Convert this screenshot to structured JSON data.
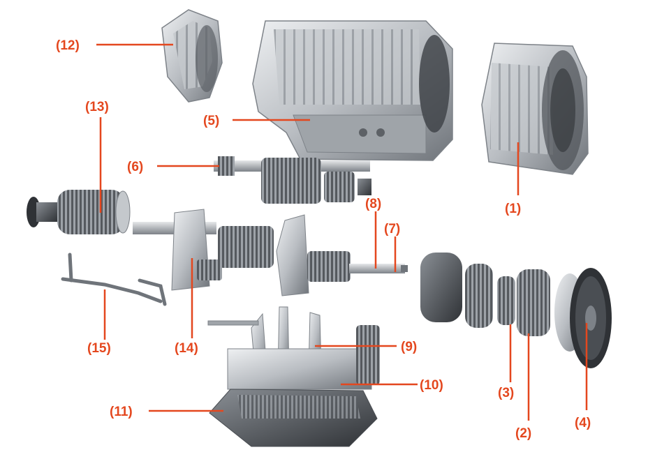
{
  "accent_color": "#e4471e",
  "metal_light": "#d9dcdf",
  "metal_mid": "#a7abb0",
  "metal_dark": "#4a4e53",
  "labels": [
    {
      "id": "12",
      "text": "(12)"
    },
    {
      "id": "5",
      "text": "(5)"
    },
    {
      "id": "1",
      "text": "(1)"
    },
    {
      "id": "13",
      "text": "(13)"
    },
    {
      "id": "6",
      "text": "(6)"
    },
    {
      "id": "8",
      "text": "(8)"
    },
    {
      "id": "7",
      "text": "(7)"
    },
    {
      "id": "15",
      "text": "(15)"
    },
    {
      "id": "14",
      "text": "(14)"
    },
    {
      "id": "9",
      "text": "(9)"
    },
    {
      "id": "10",
      "text": "(10)"
    },
    {
      "id": "3",
      "text": "(3)"
    },
    {
      "id": "11",
      "text": "(11)"
    },
    {
      "id": "2",
      "text": "(2)"
    },
    {
      "id": "4",
      "text": "(4)"
    }
  ]
}
